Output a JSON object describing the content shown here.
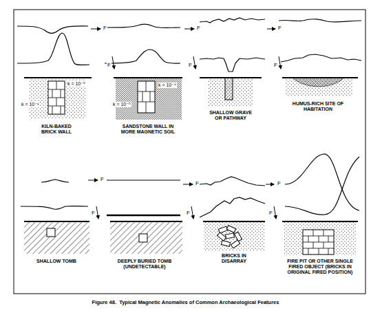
{
  "diagram": {
    "caption": "Figure 48.  Typical Magnetic Anomalies of Common Archaeological Features",
    "labels": [
      "F",
      "F",
      "F",
      "F",
      "F",
      "F",
      "k = 10⁻⁵",
      "k = 10⁻³",
      "k = 10⁻⁴",
      "k = 10⁻⁵",
      "KILN-BAKED BRICK WALL",
      "SANDSTONE WALL IN MORE MAGNETIC SOIL",
      "SHALLOW GRAVE OR PATHWAY",
      "HUMUS-RICH SITE OF HABITATION",
      "F",
      "F",
      "F",
      "F",
      "F",
      "F",
      "SHALLOW TOMB",
      "DEEPLY BURIED TOMB (UNDETECTABLE)",
      "BRICKS IN DISARRAY",
      "FIRE PIT OR OTHER SINGLE FIRED OBJECT (BRICKS IN ORIGINAL FIRED POSITION)"
    ]
  }
}
